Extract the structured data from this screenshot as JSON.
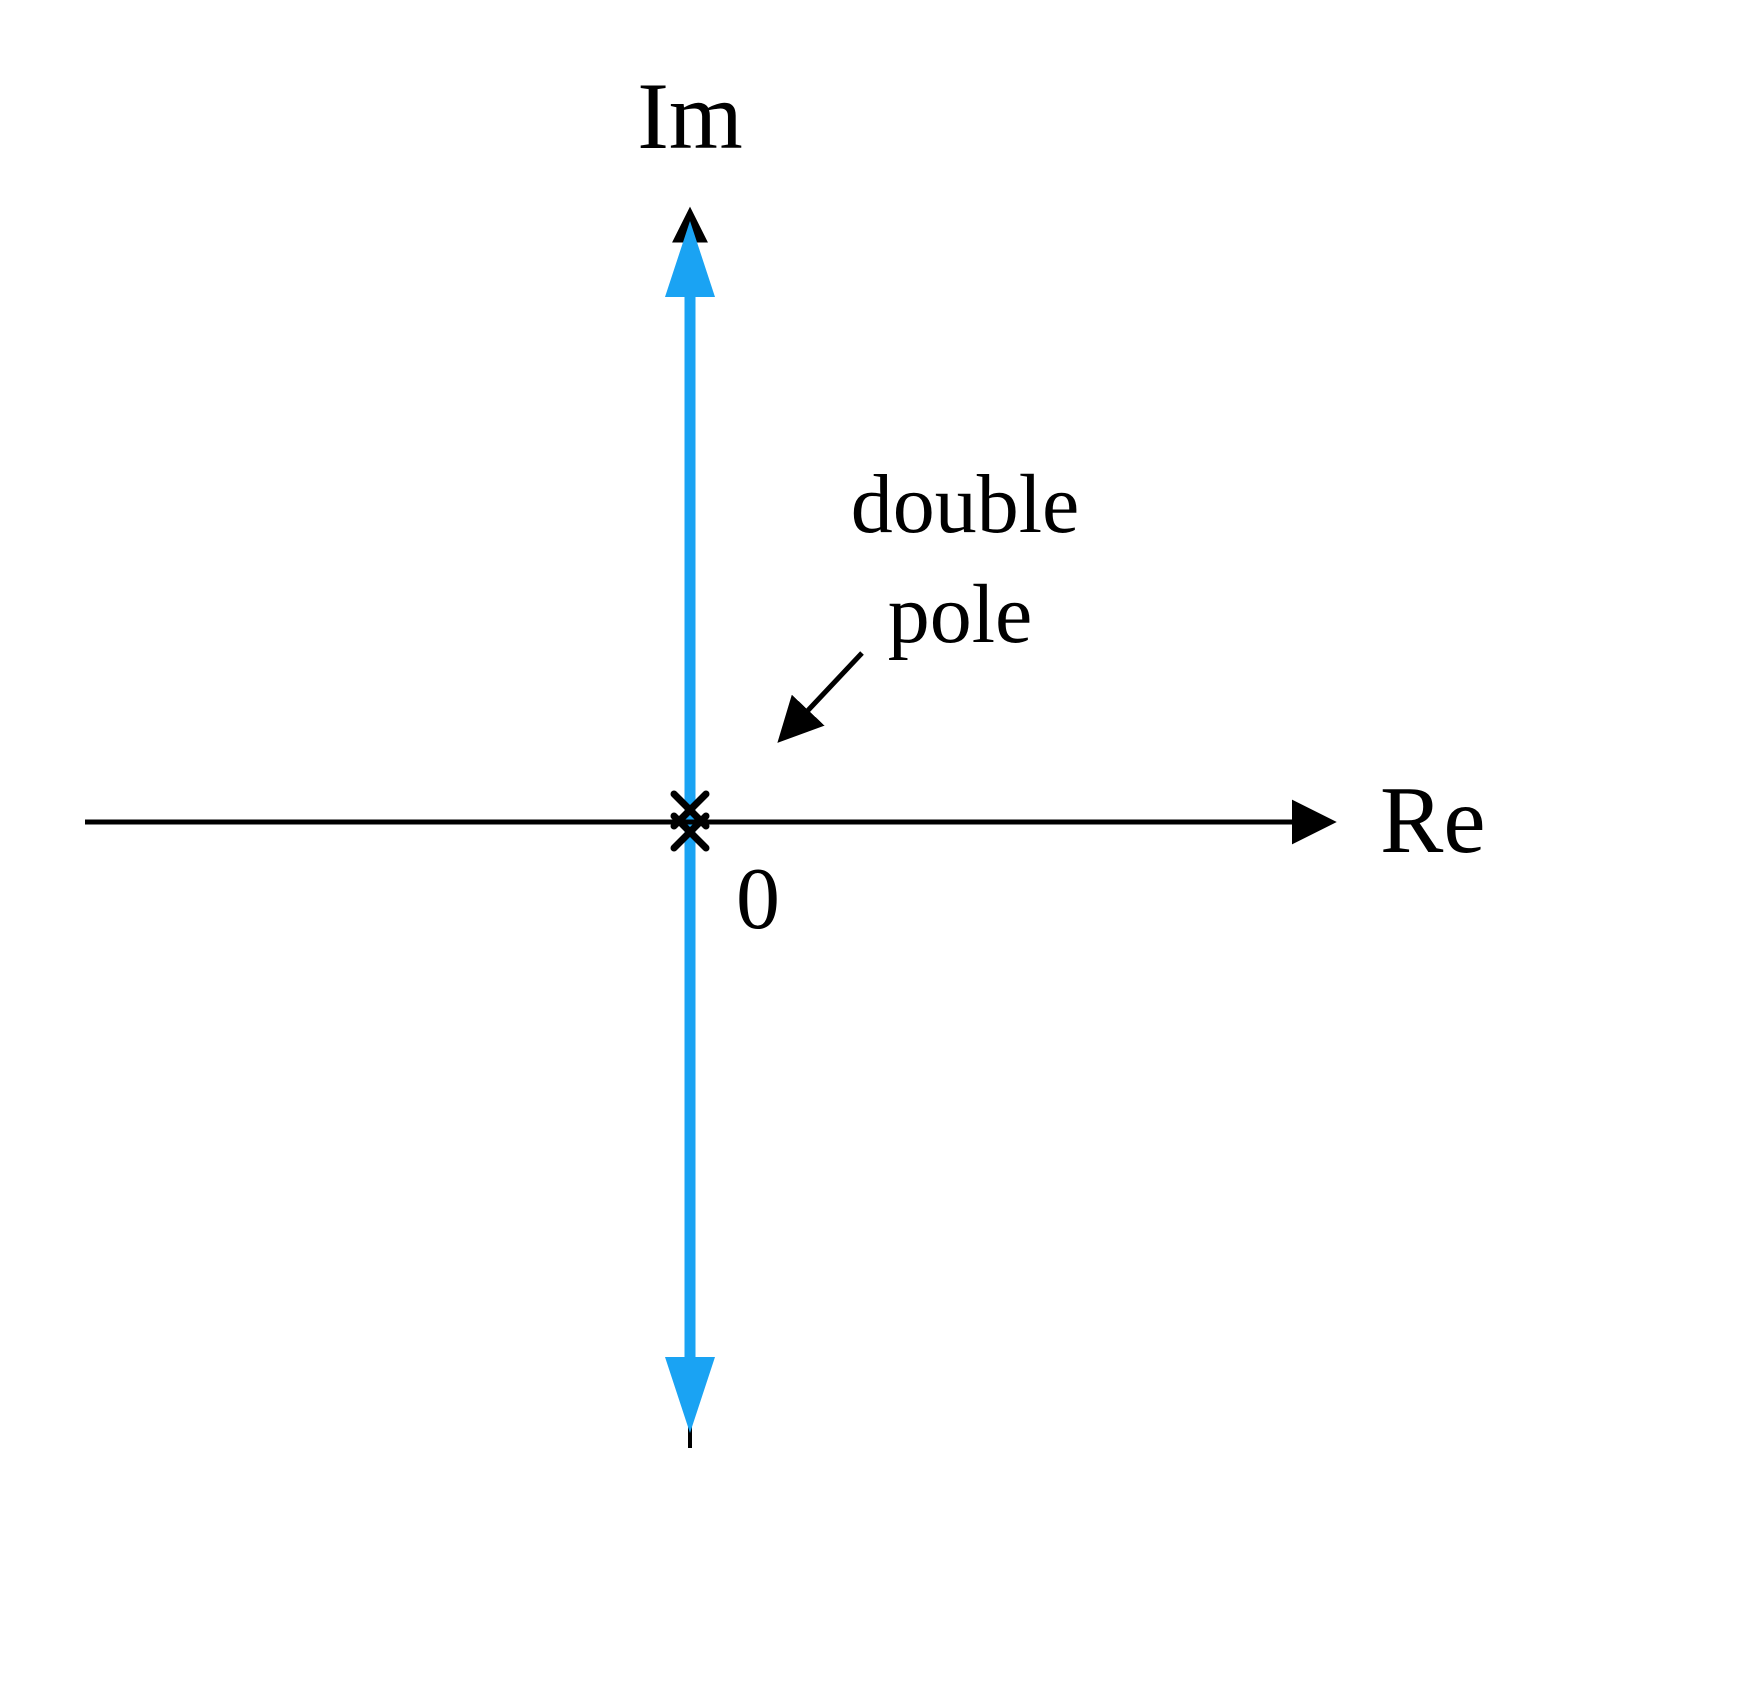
{
  "diagram": {
    "axes": {
      "imaginary_label": "Im",
      "real_label": "Re"
    },
    "origin": {
      "label": "0"
    },
    "annotation": {
      "line1": "double",
      "line2": "pole"
    },
    "pole": {
      "symbol": "×",
      "multiplicity": 2,
      "location": "origin"
    },
    "colors": {
      "axis": "#000000",
      "branch": "#1aa3f3"
    }
  }
}
